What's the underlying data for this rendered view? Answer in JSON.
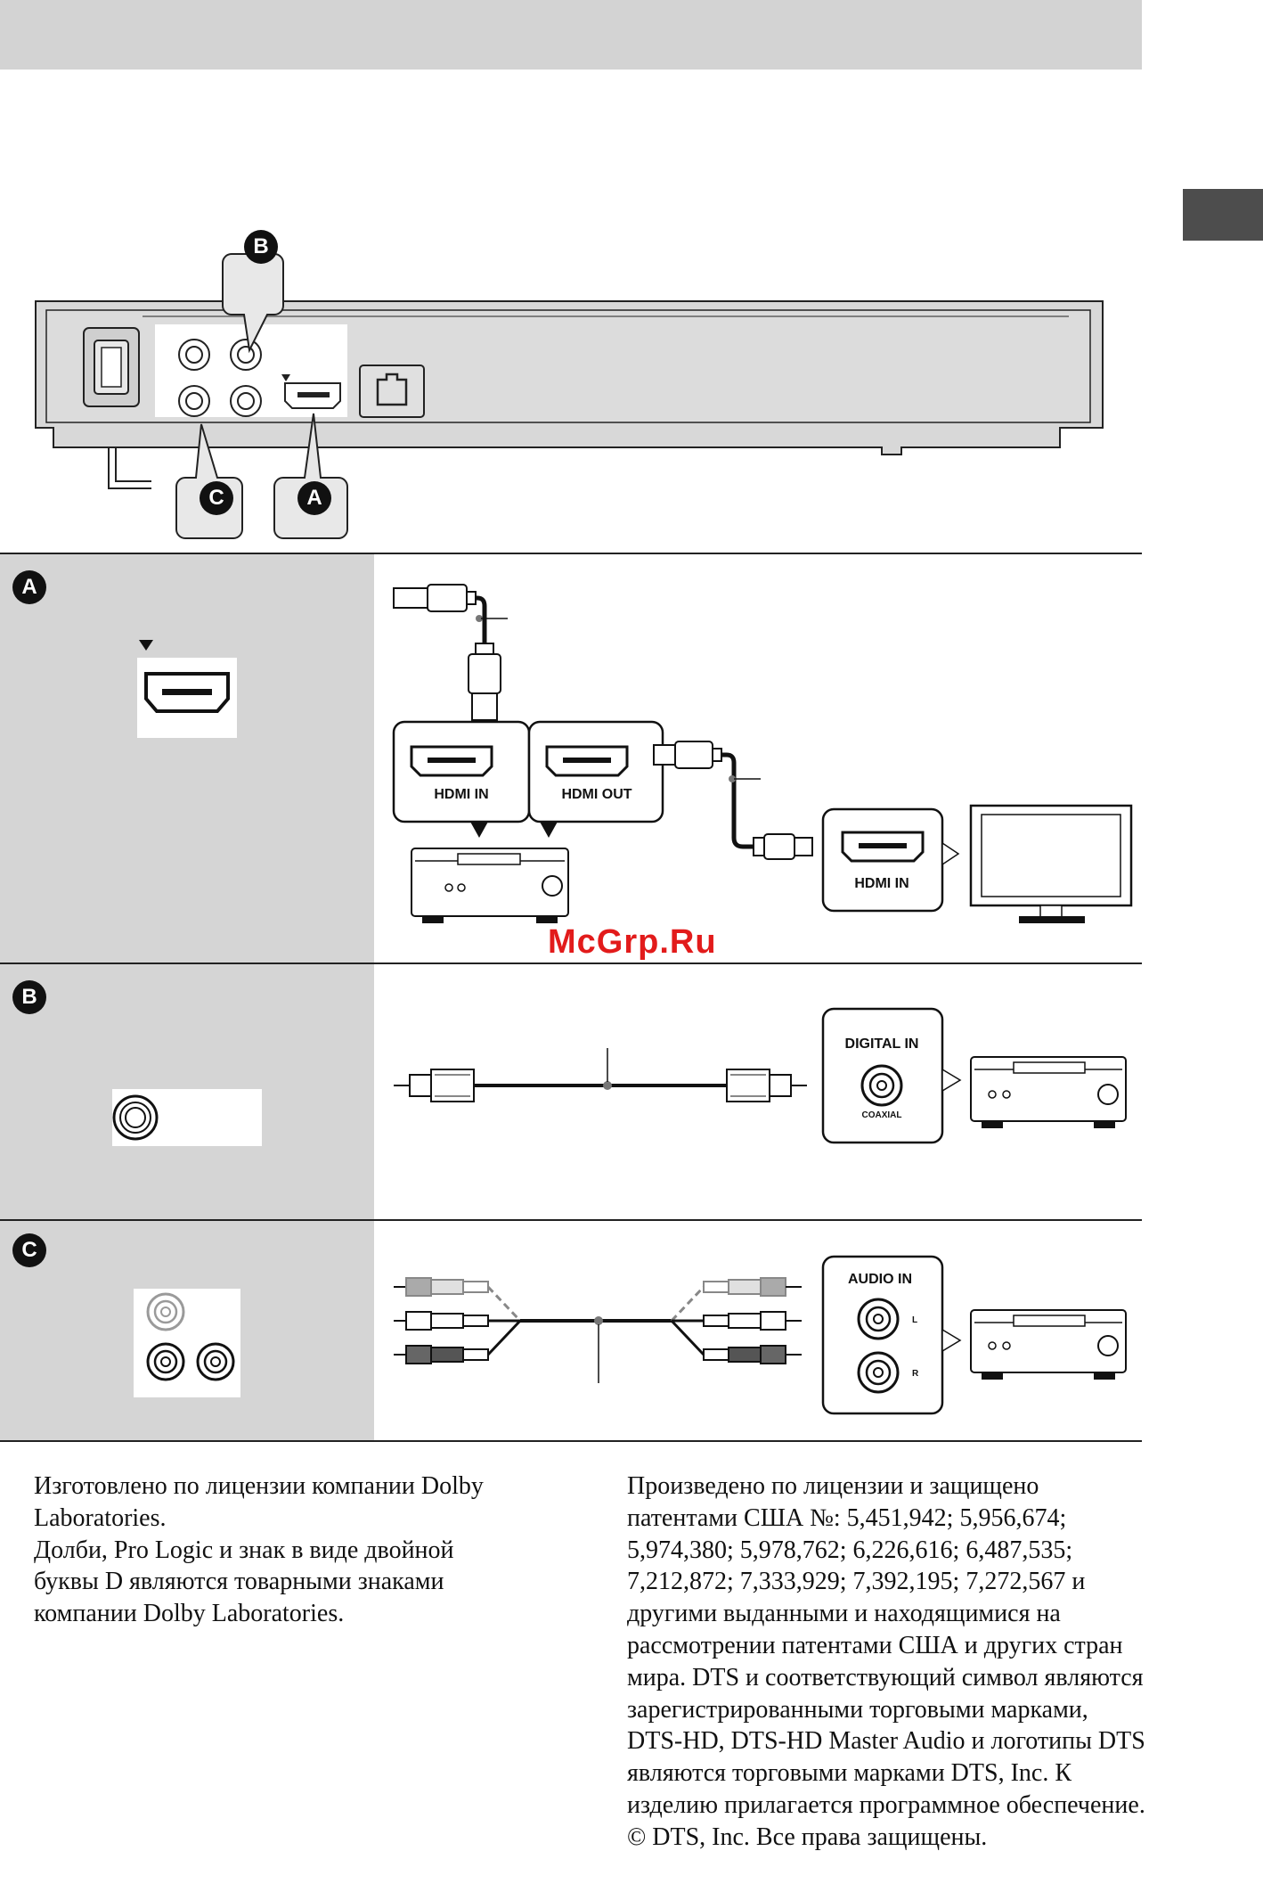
{
  "badges": {
    "a": "A",
    "b": "B",
    "c": "C"
  },
  "labels": {
    "hdmi_in": "HDMI IN",
    "hdmi_out": "HDMI OUT",
    "digital_in": "DIGITAL IN",
    "coaxial": "COAXIAL",
    "audio_in": "AUDIO IN",
    "left": "L",
    "right": "R"
  },
  "watermark": "McGrp.Ru",
  "footer": {
    "left": [
      "Изготовлено по лицензии компании Dolby Laboratories.",
      "Долби, Pro Logic и знак в виде двойной буквы D являются товарными знаками компании Dolby Laboratories."
    ],
    "right": [
      "Произведено по лицензии и защищено патентами США №: 5,451,942; 5,956,674; 5,974,380; 5,978,762; 6,226,616; 6,487,535; 7,212,872; 7,333,929; 7,392,195; 7,272,567 и другими выданными и находящимися на рассмотрении патентами США и других стран мира. DTS и соответствующий символ являются зарегистрированными торговыми марками, DTS-HD, DTS-HD Master Audio и логотипы DTS являются торговыми марками DTS, Inc. К изделию прилагается программное обеспечение. © DTS, Inc. Все права защищены."
    ]
  },
  "colors": {
    "band": "#d3d3d3",
    "tab": "#4d4d4d",
    "watermark": "#e21b1b"
  }
}
